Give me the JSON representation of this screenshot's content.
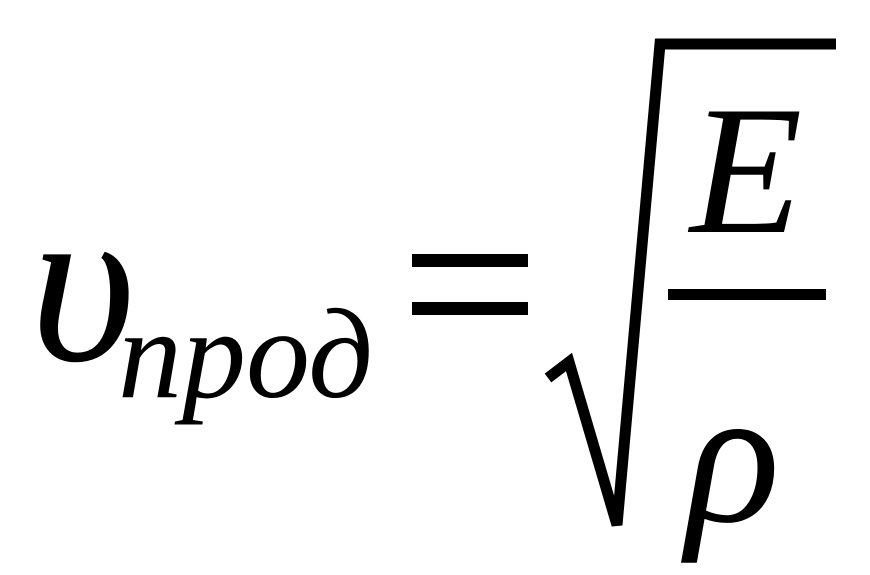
{
  "formula": {
    "variable": "υ",
    "subscript": "прод",
    "equals": "=",
    "numerator": "E",
    "denominator": "ρ"
  }
}
